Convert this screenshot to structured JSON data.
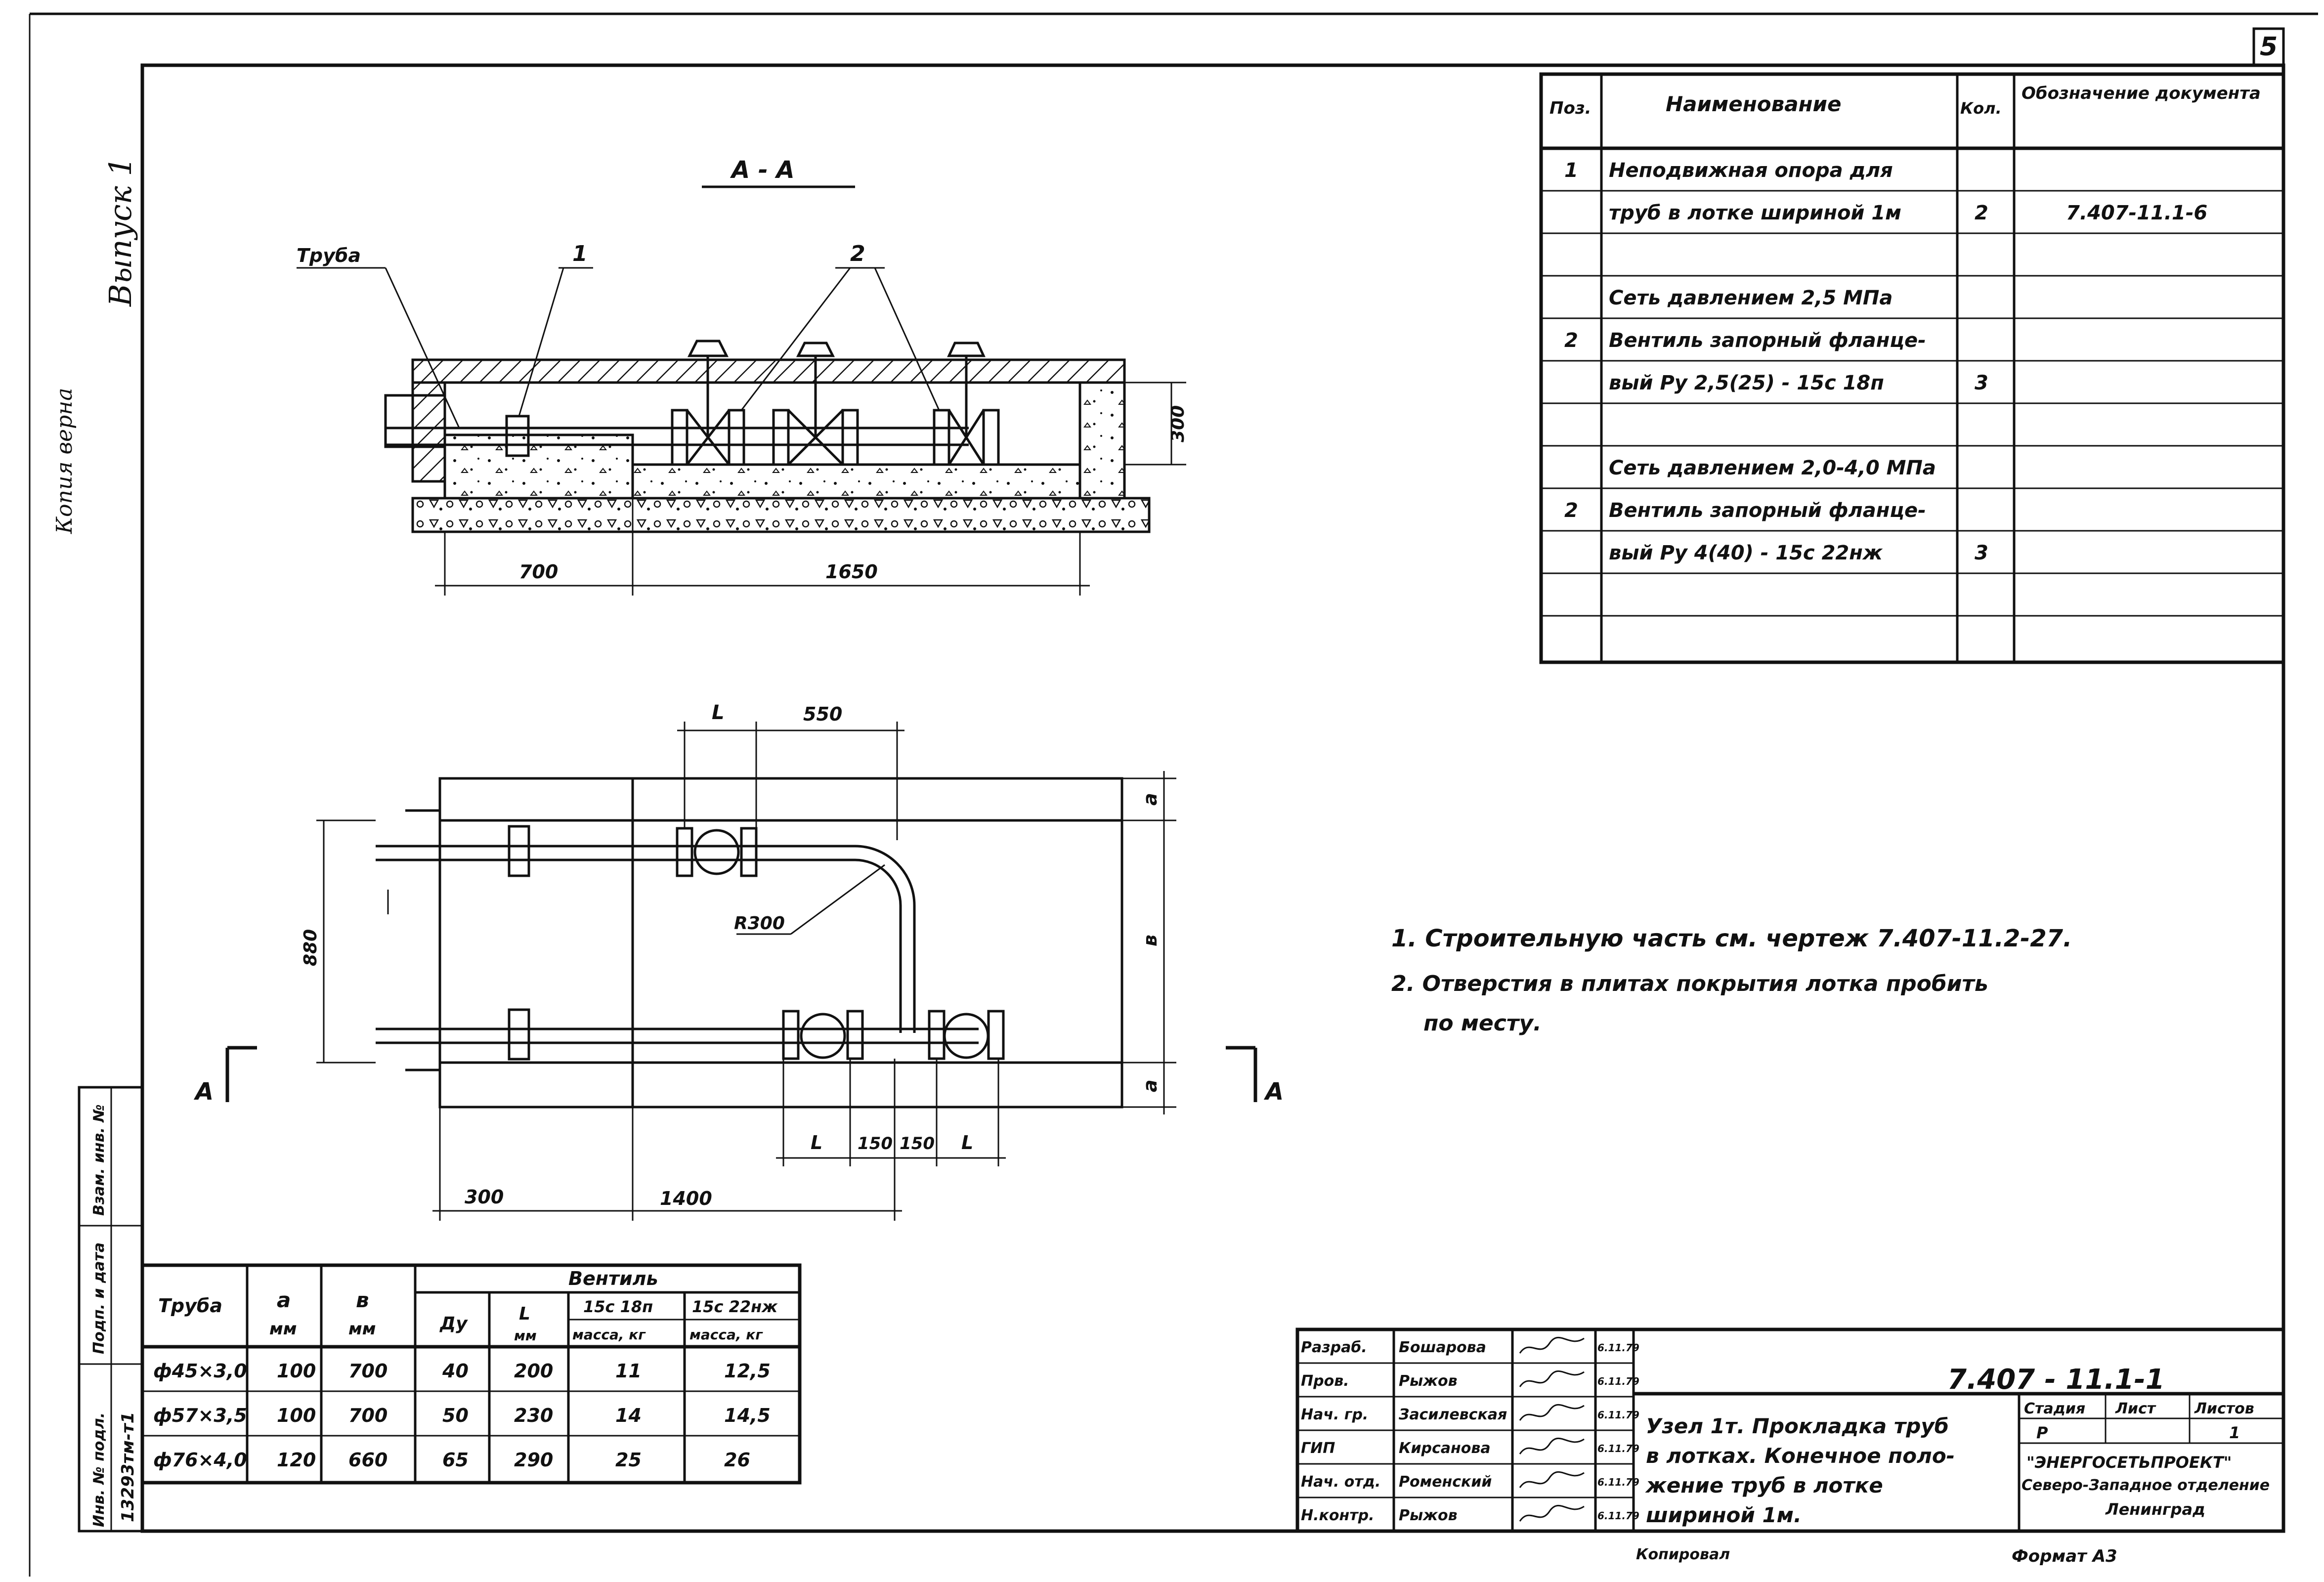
{
  "sheet": {
    "page_number": "5",
    "side_note_copy": "Копия верна",
    "side_note_issue": "Выпуск 1",
    "side_stamp": {
      "inv_no_label": "Инв. № подл.",
      "inv_no_value": "13293тм-т1",
      "sign_date_label": "Подп. и дата",
      "replace_inv_label": "Взам. инв. №"
    }
  },
  "section": {
    "title": "А - А",
    "label_pipe": "Труба",
    "callout_1": "1",
    "callout_2": "2",
    "dim_300": "300",
    "dim_700": "700",
    "dim_1650": "1650"
  },
  "plan": {
    "dim_L_top": "L",
    "dim_550": "550",
    "dim_880": "880",
    "label_radius": "R300",
    "dim_a_top": "a",
    "dim_b": "в",
    "dim_a_bottom": "a",
    "dim_L1": "L",
    "dim_150_1": "150",
    "dim_150_2": "150",
    "dim_L2": "L",
    "dim_300": "300",
    "dim_1400": "1400",
    "section_mark_left": "А",
    "section_mark_right": "А"
  },
  "spec_table": {
    "headers": [
      "Поз.",
      "Наименование",
      "Кол.",
      "Обозначение документа"
    ],
    "rows": [
      {
        "pos": "1",
        "name": "Неподвижная опора для",
        "qty": "",
        "doc": ""
      },
      {
        "pos": "",
        "name": "труб в лотке шириной 1м",
        "qty": "2",
        "doc": "7.407-11.1-6"
      },
      {
        "pos": "",
        "name": "",
        "qty": "",
        "doc": ""
      },
      {
        "pos": "",
        "name": "Сеть давлением 2,5 МПа",
        "qty": "",
        "doc": ""
      },
      {
        "pos": "2",
        "name": "Вентиль запорный фланце-",
        "qty": "",
        "doc": ""
      },
      {
        "pos": "",
        "name": "вый Ру 2,5(25) - 15с 18п",
        "qty": "3",
        "doc": ""
      },
      {
        "pos": "",
        "name": "",
        "qty": "",
        "doc": ""
      },
      {
        "pos": "",
        "name": "Сеть давлением 2,0-4,0 МПа",
        "qty": "",
        "doc": ""
      },
      {
        "pos": "2",
        "name": "Вентиль запорный фланце-",
        "qty": "",
        "doc": ""
      },
      {
        "pos": "",
        "name": "вый Ру 4(40) - 15с 22нж",
        "qty": "3",
        "doc": ""
      },
      {
        "pos": "",
        "name": "",
        "qty": "",
        "doc": ""
      },
      {
        "pos": "",
        "name": "",
        "qty": "",
        "doc": ""
      }
    ]
  },
  "notes": [
    "1. Строительную часть см. чертеж 7.407-11.2-27.",
    "2. Отверстия в плитах покрытия лотка пробить",
    "по месту."
  ],
  "pipe_table": {
    "h_pipe": "Труба",
    "h_a": "a",
    "h_a_unit": "мм",
    "h_b": "в",
    "h_b_unit": "мм",
    "h_valve": "Вентиль",
    "h_du": "Ду",
    "h_L": "L",
    "h_L_unit": "мм",
    "h_15c18p": "15с 18п",
    "h_15c22nzh": "15с 22нж",
    "h_mass1": "масса, кг",
    "h_mass2": "масса, кг",
    "rows": [
      {
        "pipe": "ф45×3,0",
        "a": "100",
        "b": "700",
        "du": "40",
        "L": "200",
        "m1": "11",
        "m2": "12,5"
      },
      {
        "pipe": "ф57×3,5",
        "a": "100",
        "b": "700",
        "du": "50",
        "L": "230",
        "m1": "14",
        "m2": "14,5"
      },
      {
        "pipe": "ф76×4,0",
        "a": "120",
        "b": "660",
        "du": "65",
        "L": "290",
        "m1": "25",
        "m2": "26"
      }
    ]
  },
  "title_block": {
    "roles": [
      {
        "role": "Разраб.",
        "name": "Бошарова",
        "date": "6.11.79"
      },
      {
        "role": "Пров.",
        "name": "Рыжов",
        "date": "6.11.79"
      },
      {
        "role": "Нач. гр.",
        "name": "Засилевская",
        "date": "6.11.79"
      },
      {
        "role": "ГИП",
        "name": "Кирсанова",
        "date": "6.11.79"
      },
      {
        "role": "Нач. отд.",
        "name": "Роменский",
        "date": "6.11.79"
      },
      {
        "role": "Н.контр.",
        "name": "Рыжов",
        "date": "6.11.79"
      }
    ],
    "doc_code": "7.407 - 11.1-1",
    "title_lines": [
      "Узел 1т. Прокладка труб",
      "в лотках. Конечное поло-",
      "жение труб в лотке",
      "шириной 1м."
    ],
    "stage_label": "Стадия",
    "sheet_label": "Лист",
    "sheets_label": "Листов",
    "stage_value": "Р",
    "sheet_value": "",
    "sheets_value": "1",
    "org_line1": "\"ЭНЕРГОСЕТЬПРОЕКТ\"",
    "org_line2": "Северо-Западное отделение",
    "org_line3": "Ленинград",
    "copied": "Копировал",
    "format": "Формат А3"
  }
}
